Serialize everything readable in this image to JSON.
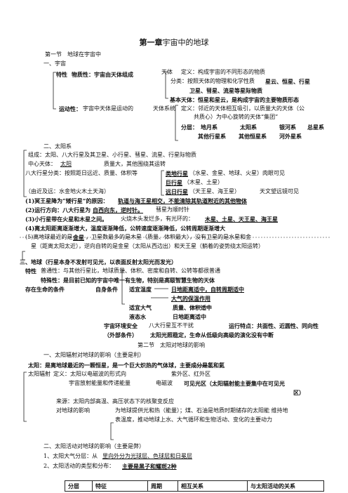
{
  "chapter_title": {
    "bold": "第一章",
    "rest": "宇宙中的地球"
  },
  "section1": {
    "title": "第一节　地球在宇宙中",
    "sub1": "一、宇宙"
  },
  "universe": {
    "feature_label": "特性",
    "feature_text": "物质性：宇宙由天体组成",
    "tianti_label": "天体",
    "tianti_def": "定义：构成宇宙的不同形态的物质",
    "tianti_class": "分类：按照天体的物理和化学性质",
    "tianti_class_b1": "星云、恒星、行星",
    "tianti_class_b2": "卫星、彗星、流星等星际物质",
    "tianti_basic": "基本天体：恒星和星云，是构成宇宙的主要物质形态",
    "motion_label": "运动性：",
    "motion_text": "宇宙中天体是运动的",
    "system_label": "天体系统",
    "system_def1": "定义：邻近的天体相互吸引，以质量大的天体（公",
    "system_def2": "共质心）为中心旋转的天体“集团”",
    "levels_label": "分层：",
    "levels": [
      "地月系",
      "太阳系",
      "银河系",
      "总星系",
      "其他行星系",
      "其他恒星系",
      "河外星系"
    ]
  },
  "section2": {
    "title": "二、太阳系",
    "line1": "组成：太阳、八大行星及其卫星、小行星、彗星、流星、行星际物质",
    "center_label": "中心天体：",
    "center_name": "太阳",
    "center_desc": "质量大，其他围绕其运转",
    "planets_label": "八大行星分类：按照距日远近、质量、体积等",
    "earthlike": "类地行星",
    "earthlike_desc": "（水星、金星、地球、火星）肉眼可见",
    "giant": "巨行星",
    "giant_desc": "（木星、土星）",
    "far": "远日行星",
    "far_desc": "（天王星、海王星）",
    "far_note": "天文望远镜可见",
    "belt_note": "（由近及远：水金地火木土天海）",
    "item1_a": "(1)冥王星降为“矮行星”的原因：",
    "item1_b": "轨道与海王星相交，不能清除其轨道附近的其他物体",
    "item2_a": "(2)运行方向：八大行星为",
    "item2_b": "自西向东，逆时针。",
    "item2_c": "彗星为顺时针",
    "item3_a": "(3)小行星带在火星和木星之间。",
    "item3_b": "火烧木头发烂多，有光环的：",
    "item3_c": "木星、土星、天王星、海王星",
    "item4": "(4)离太阳距离逐渐增大，温度逐渐降低，公转速度逐渐降低，公转周期逐渐增大",
    "item5_a": "(5)离地球最近的是",
    "item5_b": "金星",
    "item5_c": "，卫星数最多的是木星（质量、体积最大），没有卫星的是水星和金",
    "item5_d": "星（距离太阳太近），逆向自转的是金星（太阳从西边出）和天王星（躺着的姿势绕太阳运转）"
  },
  "section3": {
    "title": "三、地球（行星本身不发射可见光，以表面反射太阳光而发光）",
    "feature_label": "特性",
    "common": "普通性：与其他行星比，地球质量、体积、密度和自转、公转等都很普通",
    "special": "特殊性：是目前已知的宇宙中唯一有生物，特别是高级智慧生物的天体",
    "cond_label": "存在生命的条件",
    "self_label": "自身条件",
    "temp": "适宜温度",
    "temp_reason": "日地距离适中，自转周期适中",
    "atmo_reason": "大气的保温作用",
    "air": "适宜大气",
    "air_reason": "质量、体积适中",
    "water": "液态水",
    "water_reason": "日地距离适中",
    "space_label": "宇宙环境安全",
    "space_sub": "（外部条件）",
    "space_a": "八大行星互不干扰",
    "space_b": "运行特点：共面性、近圆性、同向性",
    "space_c": "太阳光照稳定，生命从低级向高级的演化没有中断"
  },
  "section4": {
    "title": "第二节　太阳对地球的影响",
    "sub1": "一、太阳辐射对地球的影响（主要是利）",
    "sun_label": "太阳：",
    "sun_text": "是离地球最近的一颗恒星，是一个巨大炽热的气体球，主要成分是氢和氦",
    "rad_label": "太阳辐射",
    "rad_def": "定义：太阳以电磁波的形式向",
    "rad_uv": "紫外区、红外区",
    "rad_def2": "宇宙放射能量和传递能量",
    "rad_em": "电磁波",
    "rad_visible": "可见光区（太阳辐射能主要集中在可见光",
    "rad_visible2": "区）",
    "source": "来源：太阳内部高温、高压状态下的核聚变反应",
    "effect_label": "对地球的影响",
    "effect1": "为地球提供光和热（能量）；煤、石油是地质时期储存的太阳能 维持地",
    "effect2": "表温度，推动地球上水、大气循环和生物活动、变化的主要动力"
  },
  "section5": {
    "title": "二、太阳活动对地球的影响（主要是弊）",
    "item1_a": "1、太阳大气分层：从",
    "item1_b": "里向外分为光球层、色球层和日冕层",
    "item2_a": "2、太阳活动的类型和分布：",
    "item2_b": "主要是黑子和耀斑2种",
    "table_headers": [
      "分层",
      "特征",
      "周期",
      "相互关系",
      "与太阳活动的关系"
    ]
  }
}
